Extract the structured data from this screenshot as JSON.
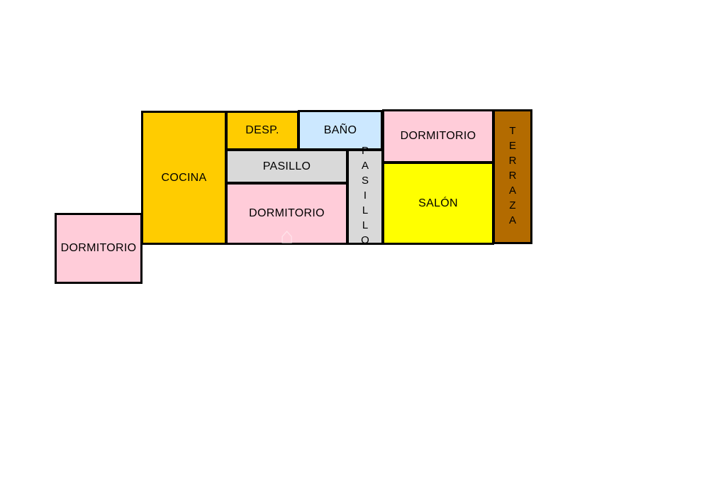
{
  "plan": {
    "rooms": [
      {
        "id": "cocina",
        "label": "COCINA",
        "fill": "#FFCC00"
      },
      {
        "id": "despensa",
        "label": "DESP.",
        "fill": "#FFCC00"
      },
      {
        "id": "bano",
        "label": "BAÑO",
        "fill": "#CCE8FF"
      },
      {
        "id": "pasillo_h",
        "label": "PASILLO",
        "fill": "#D9D9D9"
      },
      {
        "id": "pasillo_v",
        "label": "PASILLO",
        "fill": "#D9D9D9"
      },
      {
        "id": "dormitorio_centro",
        "label": "DORMITORIO",
        "fill": "#FFCCD9"
      },
      {
        "id": "dormitorio_derecha",
        "label": "DORMITORIO",
        "fill": "#FFCCD9"
      },
      {
        "id": "dormitorio_izquierda",
        "label": "DORMITORIO",
        "fill": "#FFCCD9"
      },
      {
        "id": "salon",
        "label": "SALÓN",
        "fill": "#FFFF00"
      },
      {
        "id": "terraza",
        "label": "TERRAZA",
        "fill": "#B36B00"
      }
    ]
  }
}
